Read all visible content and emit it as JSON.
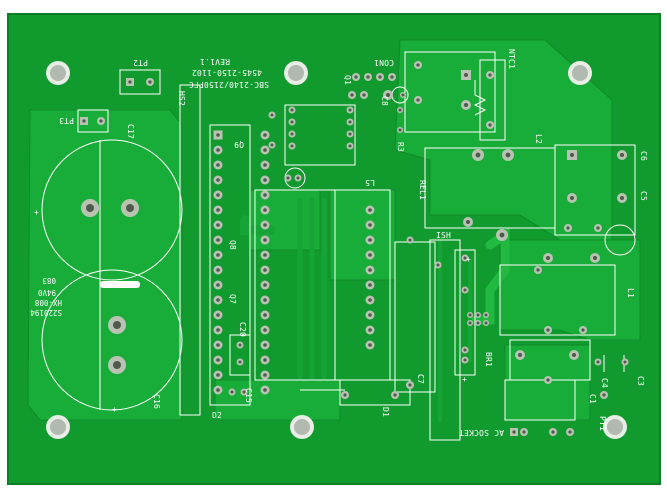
{
  "board": {
    "colors": {
      "background": "#ffffff",
      "mask": "#119a2e",
      "copper": "#19b23b",
      "silk": "#ffffff",
      "pad": "#b9c2b3",
      "hole": "#4e5a4c",
      "mounting": "#e8ede6"
    }
  },
  "silkscreen": {
    "pt2": "PT2",
    "pt3": "PT3",
    "c17": "C17",
    "hs2": "HS2",
    "model": "SBC-2140/2150PFC",
    "model2": "4545-2150-1102",
    "rev": "REV1.1",
    "q9": "Q9",
    "q8": "Q8",
    "q7": "Q7",
    "con1": "CON1",
    "q1": "Q1",
    "c8": "C8",
    "r3": "R3",
    "l5": "L5",
    "ntc1": "NTC1",
    "l2": "L2",
    "c6": "C6",
    "c5": "C5",
    "rel1": "REL1",
    "ish": "ISH",
    "l1": "L1",
    "br1": "BR1",
    "c7": "C7",
    "d1": "D1",
    "c20": "C20",
    "c16": "C16",
    "d2": "D2",
    "c15": "C15",
    "c4": "C4",
    "c3": "C3",
    "c1": "C1",
    "pt1": "PT1",
    "ac_socket": "AC SOCKET",
    "vendor1": "94V0",
    "vendor2": "HX-008",
    "vendor3": "S220194",
    "vendor4": "083"
  }
}
